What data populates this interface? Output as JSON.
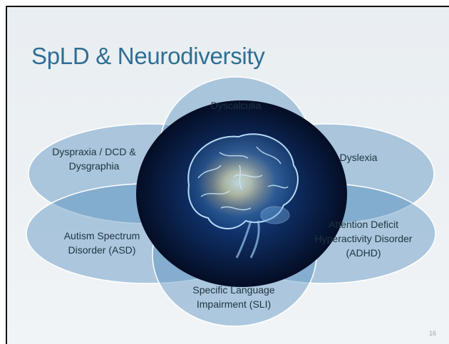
{
  "slide": {
    "title": "SpLD & Neurodiversity",
    "page_number": "16"
  },
  "diagram": {
    "center_image": "brain-illustration",
    "nodes": [
      {
        "id": "dyscalculia",
        "lines": [
          "Dyscalculia"
        ]
      },
      {
        "id": "dyspraxia",
        "lines": [
          "Dyspraxia / DCD &",
          "Dysgraphia"
        ]
      },
      {
        "id": "dyslexia",
        "lines": [
          "Dyslexia"
        ]
      },
      {
        "id": "autism",
        "lines": [
          "Autism Spectrum",
          "Disorder (ASD)"
        ]
      },
      {
        "id": "adhd",
        "lines": [
          "Attention Deficit",
          "Hyperactivity Disorder",
          "(ADHD)"
        ]
      },
      {
        "id": "sli",
        "lines": [
          "Specific Language",
          "Impairment (SLI)"
        ]
      }
    ],
    "colors": {
      "ellipse_fill": "#4f8bbd",
      "ellipse_stroke": "#ffffff",
      "title": "#2f6e93"
    }
  }
}
